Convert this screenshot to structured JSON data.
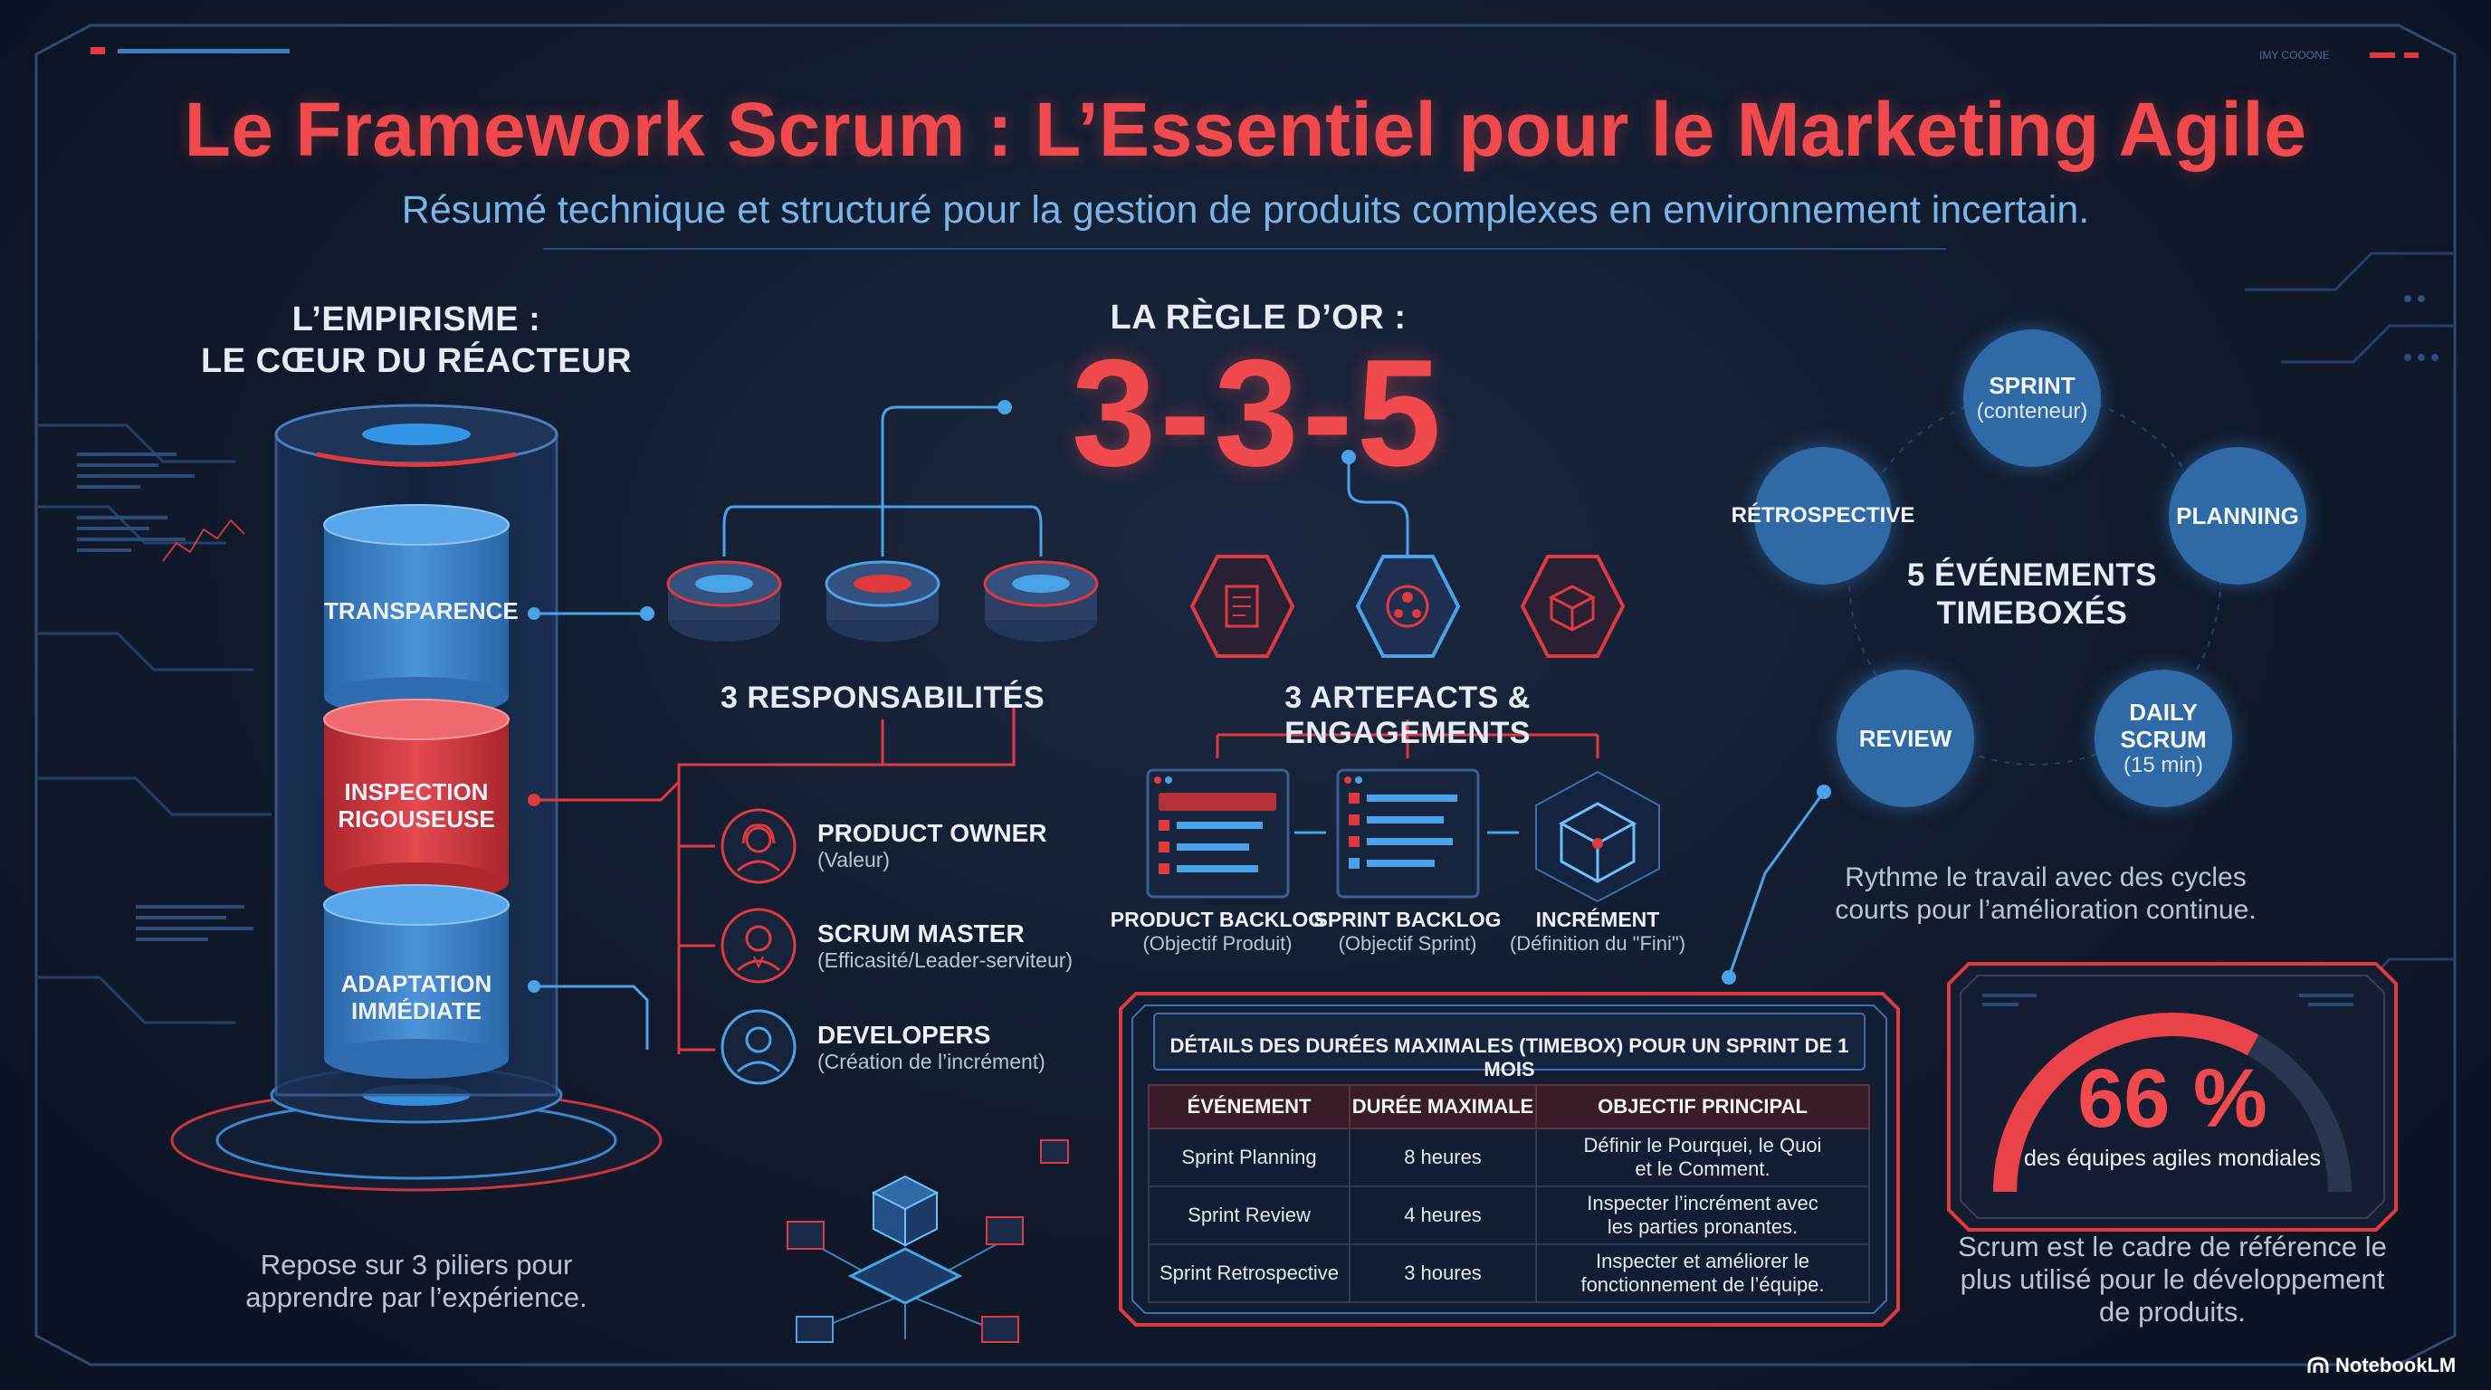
{
  "header": {
    "title": "Le Framework Scrum : L’Essentiel pour le Marketing Agile",
    "subtitle": "Résumé technique et structuré pour la gestion de produits complexes en environnement incertain.",
    "corner_tag": "IMY COOONE"
  },
  "empirisme": {
    "title_line1": "L’EMPIRISME :",
    "title_line2": "LE CŒUR DU RÉACTEUR",
    "pillars": [
      {
        "line1": "TRANSPARENCE",
        "line2": ""
      },
      {
        "line1": "INSPECTION",
        "line2": "RIGOUSEUSE"
      },
      {
        "line1": "ADAPTATION",
        "line2": "IMMÉDIATE"
      }
    ],
    "caption_line1": "Repose sur 3 piliers pour",
    "caption_line2": "apprendre par l’expérience."
  },
  "rule": {
    "label": "LA RÈGLE D’OR :",
    "value": "3-3-5"
  },
  "responsibilities": {
    "title": "3 RESPONSABILITÉS",
    "roles": [
      {
        "name": "PRODUCT OWNER",
        "desc": "(Valeur)",
        "icon": "woman-icon"
      },
      {
        "name": "SCRUM MASTER",
        "desc": "(Efficasité/Leader-serviteur)",
        "icon": "man-icon"
      },
      {
        "name": "DEVELOPERS",
        "desc": "(Création de l’incrément)",
        "icon": "developer-icon"
      }
    ]
  },
  "artefacts": {
    "title": "3 ARTEFACTS & ENGAGEMENTS",
    "items": [
      {
        "name": "PRODUCT BACKLOG",
        "desc": "(Objectif Produit)"
      },
      {
        "name": "SPRINT BACKLOG",
        "desc": "(Objectif Sprint)"
      },
      {
        "name": "INCRÉMENT",
        "desc": "(Définition du \"Fini\")"
      }
    ]
  },
  "events": {
    "title_line1": "5 ÉVÉNEMENTS",
    "title_line2": "TIMEBOXÉS",
    "items": [
      {
        "name": "SPRINT",
        "sub": "(conteneur)"
      },
      {
        "name": "PLANNING",
        "sub": ""
      },
      {
        "name": "DAILY SCRUM",
        "sub": "(15 min)"
      },
      {
        "name": "REVIEW",
        "sub": ""
      },
      {
        "name": "RÉTROSPECTIVE",
        "sub": ""
      }
    ],
    "caption_line1": "Rythme le travail avec des cycles",
    "caption_line2": "courts pour l’amélioration continue."
  },
  "timebox": {
    "title": "DÉTAILS DES DURÉES MAXIMALES (TIMEBOX) POUR UN SPRINT DE 1 MOIS",
    "headers": [
      "ÉVÉNEMENT",
      "DURÉE MAXIMALE",
      "OBJECTIF PRINCIPAL"
    ],
    "rows": [
      {
        "event": "Sprint Planning",
        "duration": "8 heures",
        "goal_line1": "Définir le Pourquei, le Quoi",
        "goal_line2": "et le Comment."
      },
      {
        "event": "Sprint Review",
        "duration": "4 heures",
        "goal_line1": "Inspecter l’incrément avec",
        "goal_line2": "les parties pronantes."
      },
      {
        "event": "Sprint Retrospective",
        "duration": "3 houres",
        "goal_line1": "Inspecter et améliorer le",
        "goal_line2": "fonctionnement de l’équipe."
      }
    ]
  },
  "stat": {
    "value": "66 %",
    "gauge_fraction": 0.66,
    "label": "des équipes agiles mondiales",
    "caption_line1": "Scrum est le cadre de référence le",
    "caption_line2": "plus utilisé pour le développement",
    "caption_line3": "de produits."
  },
  "brand": {
    "name": "NotebookLM"
  },
  "colors": {
    "accent_red": "#f04a4e",
    "accent_blue": "#4aa3e8",
    "circle_blue": "#2f6aa6",
    "background": "#111a2c"
  }
}
